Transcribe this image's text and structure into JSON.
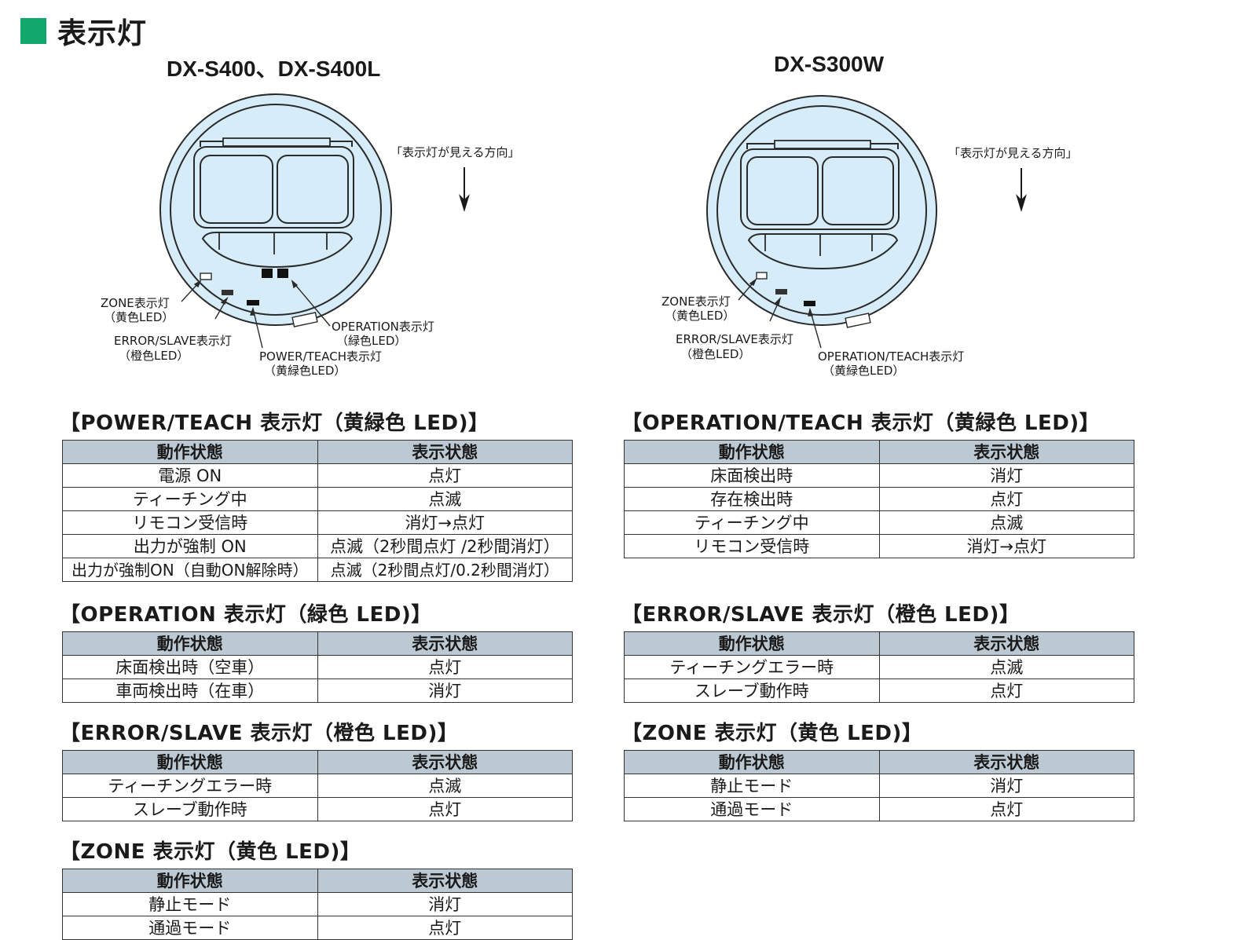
{
  "section": {
    "title": "表示灯",
    "accent": "#13a86b"
  },
  "diagrams": [
    {
      "model": "DX-S400、DX-S400L",
      "direction": "「表示灯が見える方向」",
      "labels": {
        "zone_1": "ZONE表示灯",
        "zone_2": "（黄色LED）",
        "err_1": "ERROR/SLAVE表示灯",
        "err_2": "（橙色LED）",
        "pow_1": "POWER/TEACH表示灯",
        "pow_2": "（黄緑色LED）",
        "op_1": "OPERATION表示灯",
        "op_2": "（緑色LED）"
      }
    },
    {
      "model": "DX-S300W",
      "direction": "「表示灯が見える方向」",
      "labels": {
        "zone_1": "ZONE表示灯",
        "zone_2": "（黄色LED）",
        "err_1": "ERROR/SLAVE表示灯",
        "err_2": "（橙色LED）",
        "op_1": "OPERATION/TEACH表示灯",
        "op_2": "（黄緑色LED）"
      }
    }
  ],
  "tables": {
    "left": [
      {
        "title": "【POWER/TEACH 表示灯（黄緑色 LED)】",
        "headers": [
          "動作状態",
          "表示状態"
        ],
        "rows": [
          [
            "電源 ON",
            "点灯"
          ],
          [
            "ティーチング中",
            "点滅"
          ],
          [
            "リモコン受信時",
            "消灯→点灯"
          ],
          [
            "出力が強制 ON",
            "点滅（2秒間点灯 /2秒間消灯）"
          ],
          [
            "出力が強制ON（自動ON解除時）",
            "点滅（2秒間点灯/0.2秒間消灯）"
          ]
        ]
      },
      {
        "title": "【OPERATION 表示灯（緑色 LED)】",
        "headers": [
          "動作状態",
          "表示状態"
        ],
        "rows": [
          [
            "床面検出時（空車）",
            "点灯"
          ],
          [
            "車両検出時（在車）",
            "消灯"
          ]
        ]
      },
      {
        "title": "【ERROR/SLAVE 表示灯（橙色 LED)】",
        "headers": [
          "動作状態",
          "表示状態"
        ],
        "rows": [
          [
            "ティーチングエラー時",
            "点滅"
          ],
          [
            "スレーブ動作時",
            "点灯"
          ]
        ]
      },
      {
        "title": "【ZONE 表示灯（黄色 LED)】",
        "headers": [
          "動作状態",
          "表示状態"
        ],
        "rows": [
          [
            "静止モード",
            "消灯"
          ],
          [
            "通過モード",
            "点灯"
          ]
        ]
      }
    ],
    "right": [
      {
        "title": "【OPERATION/TEACH 表示灯（黄緑色 LED)】",
        "headers": [
          "動作状態",
          "表示状態"
        ],
        "rows": [
          [
            "床面検出時",
            "消灯"
          ],
          [
            "存在検出時",
            "点灯"
          ],
          [
            "ティーチング中",
            "点滅"
          ],
          [
            "リモコン受信時",
            "消灯→点灯"
          ]
        ]
      },
      {
        "title": "【ERROR/SLAVE 表示灯（橙色 LED)】",
        "headers": [
          "動作状態",
          "表示状態"
        ],
        "rows": [
          [
            "ティーチングエラー時",
            "点滅"
          ],
          [
            "スレーブ動作時",
            "点灯"
          ]
        ]
      },
      {
        "title": "【ZONE 表示灯（黄色 LED)】",
        "headers": [
          "動作状態",
          "表示状態"
        ],
        "rows": [
          [
            "静止モード",
            "消灯"
          ],
          [
            "通過モード",
            "点灯"
          ]
        ]
      }
    ]
  }
}
